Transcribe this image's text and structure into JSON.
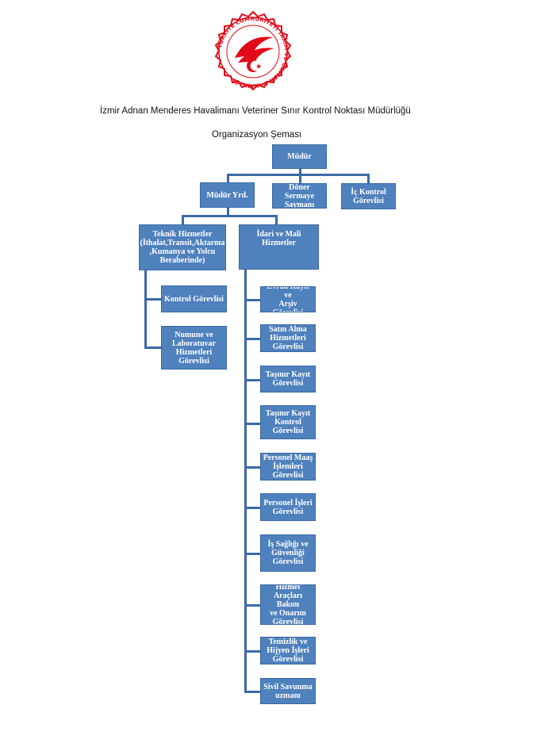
{
  "logo": {
    "ring_text": "TÜRKİYE CUMHURİYETİ TARIM VE ORMAN BAKANLIĞI",
    "color": "#e30a17"
  },
  "header": {
    "title": "İzmir Adnan Menderes Havalimanı Veteriner Sınır Kontrol Noktası Müdürlüğü",
    "subtitle": "Organizasyon Şeması"
  },
  "org": {
    "mudur": "Müdür",
    "mudur_yrd": "Müdür Yrd.",
    "doner": "Döner Sermaye\nSaymanı",
    "ic_kontrol": "İç Kontrol\nGörevlisi",
    "teknik": "Teknik Hizmetler\n(İthalat,Transit,Aktarma\n,Kumanya ve Yolcu\nBeraberinde)",
    "idari": "İdari ve Mali\nHizmetler",
    "teknik_items": [
      "Kontrol Görevlisi",
      "Numune ve\nLaboratuvar\nHizmetleri\nGörevlisi"
    ],
    "idari_items": [
      "Evrak Kayıt ve\nArşiv Görevlisi",
      "Satın Alma\nHizmetleri\nGörevlisi",
      "Taşınır Kayıt\nGörevlisi",
      "Taşınır Kayıt\nKontrol\nGörevlisi",
      "Personel Maaş\nİşlemleri\nGörevlisi",
      "Personel İşleri\nGörevlisi",
      "İş Sağlığı ve\nGüvenliği\nGörevlisi",
      "Hizmet\nAraçları Bakım\nve Onarım\nGörevlisi",
      "Temizlik ve\nHijyen İşleri\nGörevlisi",
      "Sivil Savunma\nuzmanı"
    ]
  },
  "colors": {
    "box_fill": "#4f81bd",
    "box_border": "#3a6aa5",
    "box_text": "#ffffff"
  }
}
